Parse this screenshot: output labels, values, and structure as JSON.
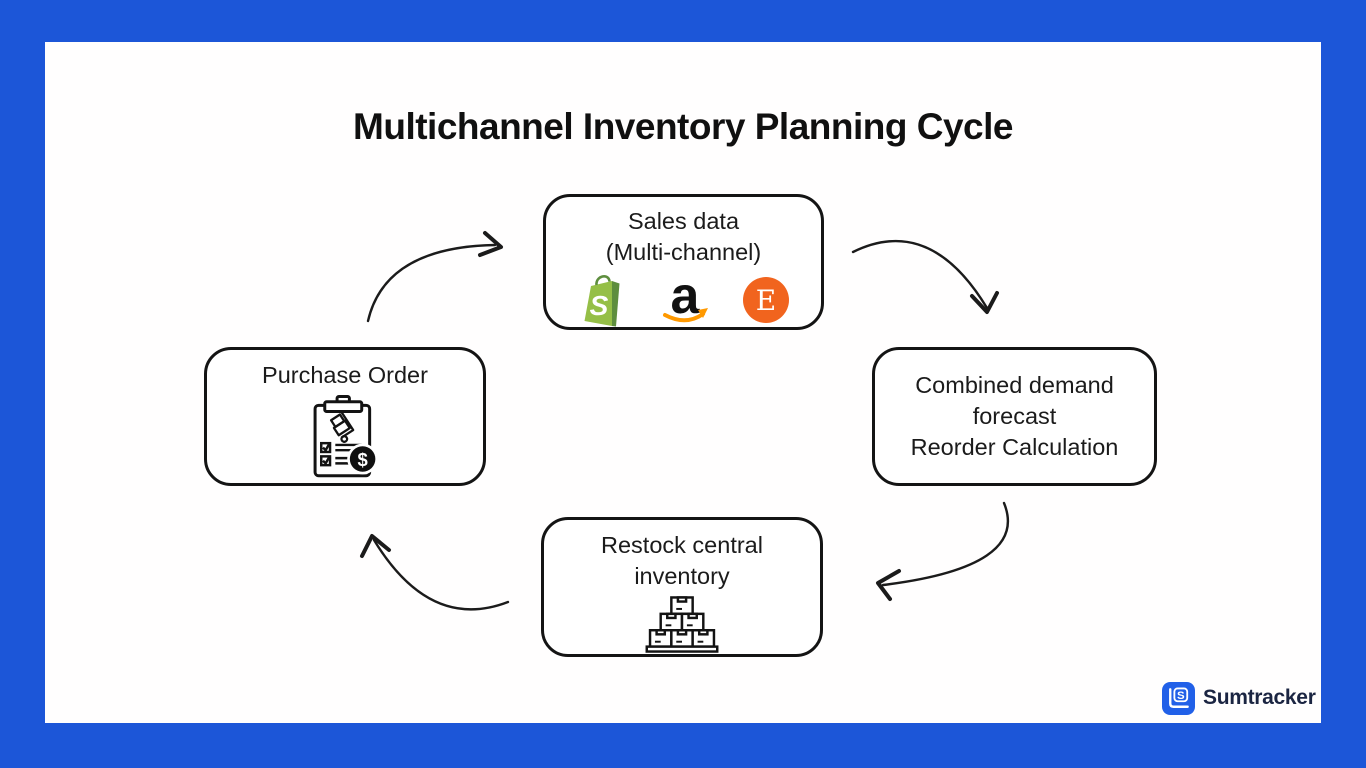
{
  "title": "Multichannel Inventory Planning Cycle",
  "nodes": {
    "sales": {
      "line1": "Sales data",
      "line2": "(Multi-channel)"
    },
    "combined": {
      "line1": "Combined demand",
      "line2": "forecast",
      "line3": "Reorder Calculation"
    },
    "restock": {
      "line1": "Restock central",
      "line2": "inventory"
    },
    "purchase": {
      "line1": "Purchase Order"
    }
  },
  "icons": {
    "shopify_letter": "S",
    "amazon_letter": "a",
    "etsy_letter": "E",
    "dollar": "$"
  },
  "branding": {
    "name": "Sumtracker",
    "monogram": "S"
  },
  "colors": {
    "frame": "#1C56D8",
    "shopify_green": "#95BF47",
    "shopify_dark": "#5E8E3E",
    "amazon_black": "#111111",
    "amazon_orange": "#FF9900",
    "etsy_orange": "#F1641E",
    "logo_blue": "#2160E8",
    "logo_text": "#1B2542"
  }
}
